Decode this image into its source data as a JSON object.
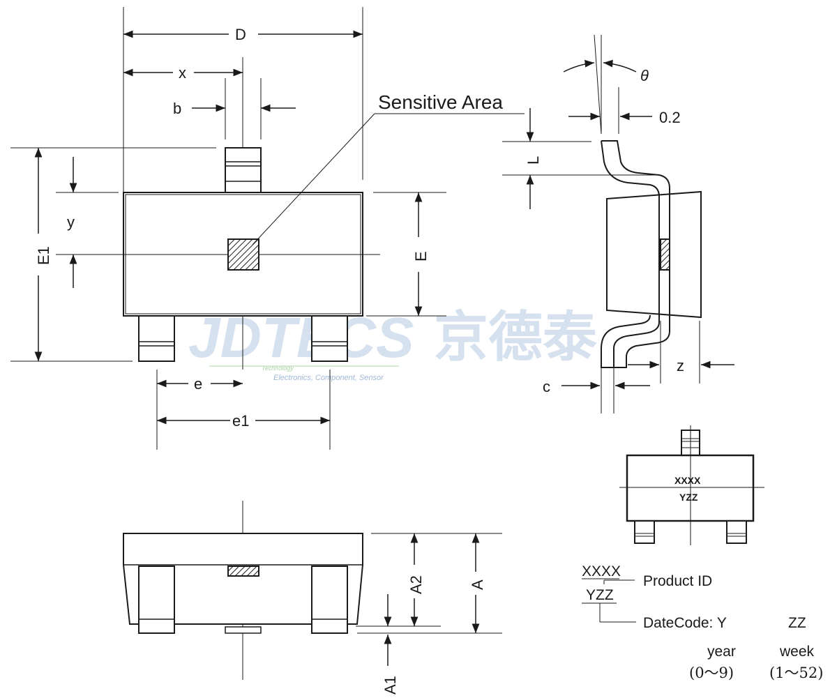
{
  "top_view": {
    "dim_D": "D",
    "dim_x": "x",
    "dim_b": "b",
    "dim_E1": "E1",
    "dim_E": "E",
    "dim_y": "y",
    "dim_e": "e",
    "dim_e1": "e1",
    "sensitive_area": "Sensitive Area"
  },
  "side_view": {
    "theta": "θ",
    "lead_offset": "0.2",
    "dim_L": "L",
    "dim_c": "c",
    "dim_z": "z"
  },
  "front_view": {
    "dim_A": "A",
    "dim_A1": "A1",
    "dim_A2": "A2"
  },
  "marking": {
    "line1": "XXXX",
    "line2": "YZZ",
    "legend_line1": "XXXX",
    "legend_line2": "YZZ",
    "product_id": "Product ID",
    "datecode": "DateCode: Y",
    "zz": "ZZ",
    "year": "year",
    "week": "week",
    "year_range": "(0～9)",
    "week_range": "(1～52)"
  },
  "watermark": {
    "brand": "JDTECS",
    "brand_cn": "京德泰",
    "tagline": "Electronics, Component, Sensor",
    "tagline2": "Technology"
  }
}
